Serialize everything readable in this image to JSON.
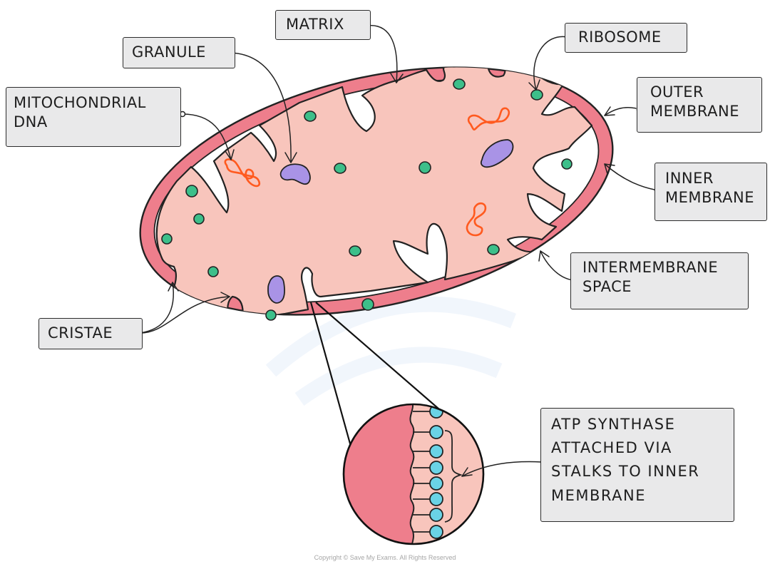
{
  "labels": {
    "matrix": [
      "MATRIX"
    ],
    "ribosome": [
      "RIBOSOME"
    ],
    "granule": [
      "GRANULE"
    ],
    "outer_membrane": [
      "OUTER",
      "MEMBRANE"
    ],
    "mitochondrial_dna": [
      "MITOCHONDRIAL",
      "DNA"
    ],
    "inner_membrane": [
      "INNER",
      "MEMBRANE"
    ],
    "intermembrane_space": [
      "INTERMEMBRANE",
      "SPACE"
    ],
    "cristae": [
      "CRISTAE"
    ],
    "atp_synthase": [
      "ATP SYNTHASE",
      "ATTACHED VIA",
      "STALKS TO INNER",
      "MEMBRANE"
    ]
  },
  "copyright": "Copyright © Save My Exams. All Rights Reserved",
  "colors": {
    "outer_membrane": "#ee7e8c",
    "matrix": "#f8c5bc",
    "ribosome": "#3dbf8a",
    "granule": "#a993e6",
    "dna": "#ff5a1f",
    "atp_synthase": "#6ad3e6",
    "label_fill": "#e9e9ea"
  }
}
